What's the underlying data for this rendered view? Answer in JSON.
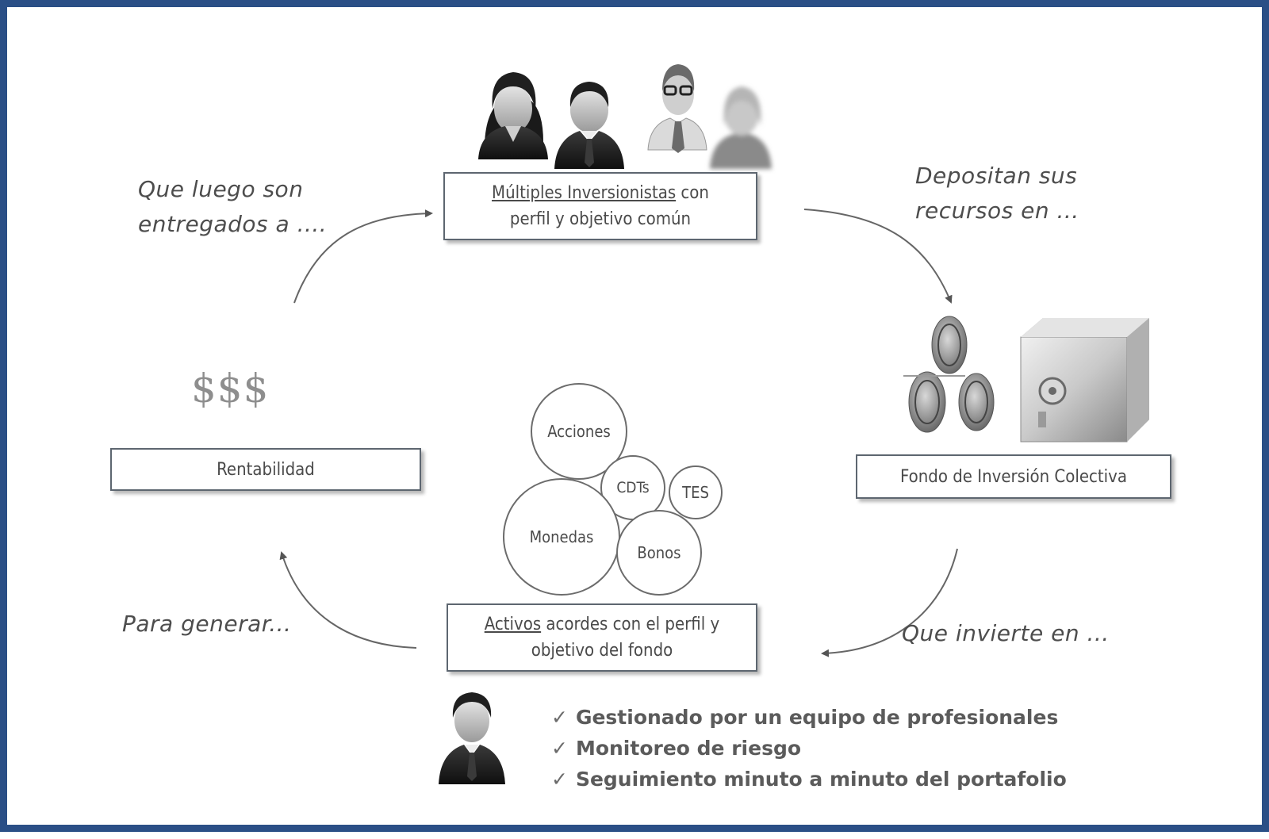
{
  "diagram": {
    "nodes": {
      "investors": {
        "underlined": "Múltiples Inversionistas",
        "rest": " con",
        "line2": "perfil y objetivo común"
      },
      "fund": {
        "label": "Fondo de Inversión Colectiva"
      },
      "assets": {
        "underlined": "Activos",
        "rest": " acordes con el perfil y",
        "line2": "objetivo del fondo"
      },
      "returns": {
        "label": "Rentabilidad"
      }
    },
    "connectors": {
      "top_right": {
        "line1": "Depositan sus",
        "line2": "recursos en ..."
      },
      "bottom_right": {
        "label": "Que invierte en ..."
      },
      "bottom_left": {
        "label": "Para generar..."
      },
      "top_left": {
        "line1": "Que luego son",
        "line2": "entregados a ...."
      }
    },
    "money_symbol": "$$$",
    "asset_types": {
      "acciones": "Acciones",
      "cdts": "CDTs",
      "tes": "TES",
      "monedas": "Monedas",
      "bonos": "Bonos"
    },
    "management": {
      "check_symbol": "✓",
      "items": [
        "Gestionado por un equipo de profesionales",
        "Monitoreo de riesgo",
        "Seguimiento minuto a minuto del portafolio"
      ]
    },
    "icons": [
      "woman-investor-icon",
      "man-investor-icon",
      "man-glasses-investor-icon",
      "woman-blurred-investor-icon",
      "coins-icon",
      "safe-icon",
      "fund-manager-icon"
    ],
    "colors": {
      "frame": "#2b4f86",
      "box_border": "#5d6670",
      "text": "#4d4d4d"
    }
  }
}
